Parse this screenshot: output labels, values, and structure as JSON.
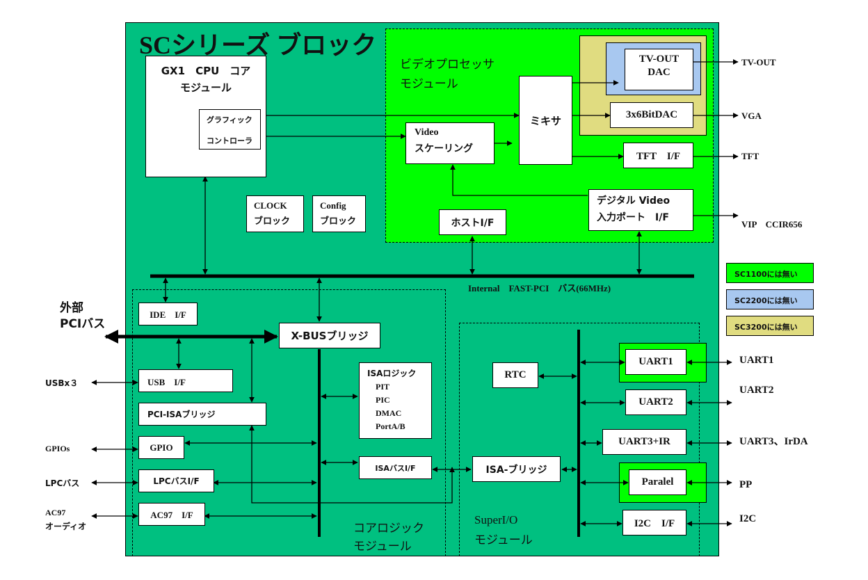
{
  "title": "SCシリーズ ブロック",
  "colors": {
    "main_bg": "#00c080",
    "video_module_bg": "#00ff00",
    "no_sc3200": "#e0dc80",
    "no_sc2200": "#a8c8f0",
    "no_sc1100": "#00ff00",
    "box_bg": "#ffffff",
    "line": "#000000"
  },
  "cpu": {
    "title_line1": "GX1　CPU　コア",
    "title_line2": "モジュール",
    "graphics_line1": "グラフィック",
    "graphics_line2": "コントローラ"
  },
  "clock_block": {
    "line1": "CLOCK",
    "line2": "ブロック"
  },
  "config_block": {
    "line1": "Config",
    "line2": "ブロック"
  },
  "video_module": {
    "title_line1": "ビデオプロセッサ",
    "title_line2": "モジュール",
    "scaling_line1": "Video",
    "scaling_line2": "スケーリング",
    "mixer": "ミキサ",
    "tvout_line1": "TV-OUT",
    "tvout_line2": "DAC",
    "dac": "3x6BitDAC",
    "tft_if": "TFT　I/F",
    "digital_video_line1": "デジタル Video",
    "digital_video_line2": "入力ポート　I/F",
    "host_if": "ホストI/F"
  },
  "internal_bus_label": "Internal　FAST-PCI　バス(66MHz)",
  "outputs": {
    "tvout": "TV-OUT",
    "vga": "VGA",
    "tft": "TFT",
    "vip": "VIP　CCIR656"
  },
  "legend": [
    {
      "label": "SC1100には無い",
      "color": "#00ff00"
    },
    {
      "label": "SC2200には無い",
      "color": "#a8c8f0"
    },
    {
      "label": "SC3200には無い",
      "color": "#e0dc80"
    }
  ],
  "core_logic": {
    "title_line1": "コアロジック",
    "title_line2": "モジュール",
    "ide_if": "IDE　I/F",
    "xbus_bridge": "X-BUSブリッジ",
    "usb_if": "USB　I/F",
    "pci_isa_bridge": "PCI-ISAブリッジ",
    "gpio": "GPIO",
    "lpc_if": "LPCバスI/F",
    "ac97_if": "AC97　I/F",
    "isa_logic_title": "ISAロジック",
    "isa_logic_items": [
      "PIT",
      "PIC",
      "DMAC",
      "PortA/B"
    ],
    "isa_bus_if": "ISAバスI/F"
  },
  "external": {
    "pci_bus_line1": "外部",
    "pci_bus_line2": "PCIバス",
    "usb": "USBx３",
    "gpios": "GPIOs",
    "lpc": "LPCバス",
    "ac97_line1": "AC97",
    "ac97_line2": "オーディオ"
  },
  "superio": {
    "title_line1": "SuperI/O",
    "title_line2": "モジュール",
    "isa_bridge": "ISA-ブリッジ",
    "rtc": "RTC",
    "uart1": "UART1",
    "uart2": "UART2",
    "uart3": "UART3+IR",
    "paralel": "Paralel",
    "i2c_if": "I2C　I/F"
  },
  "superio_outputs": {
    "uart1": "UART1",
    "uart2": "UART2",
    "uart3": "UART3、IrDA",
    "pp": "PP",
    "i2c": "I2C"
  }
}
